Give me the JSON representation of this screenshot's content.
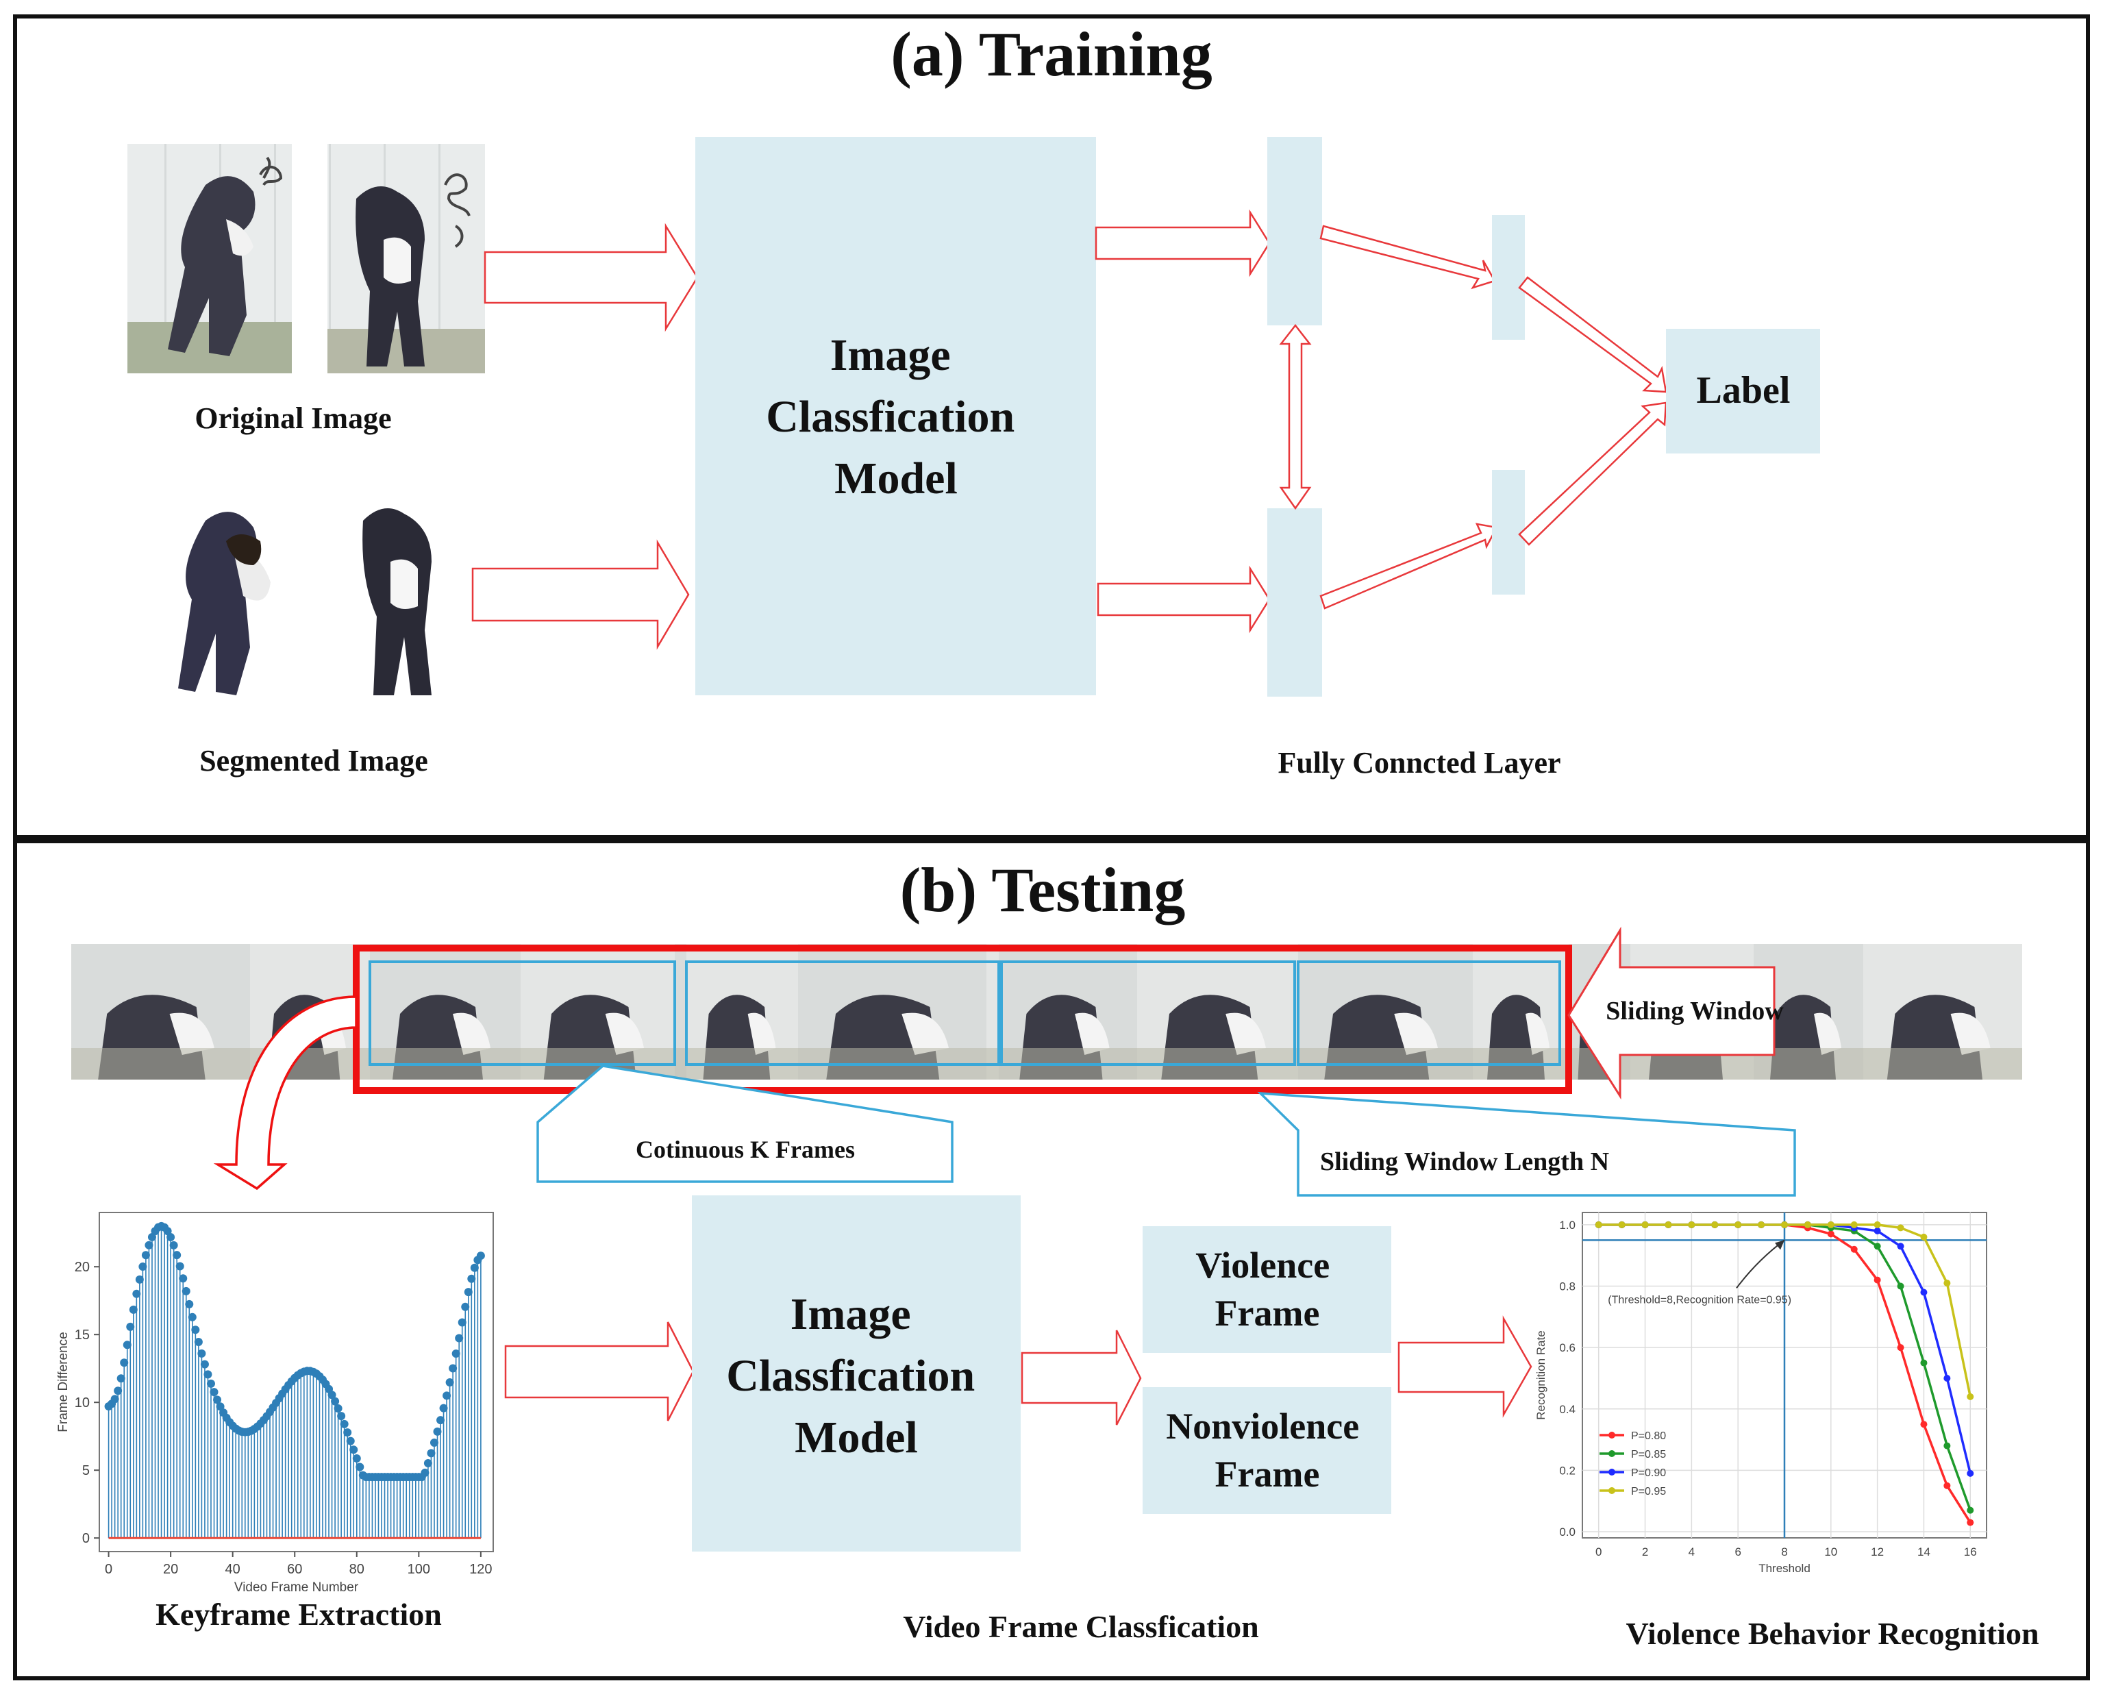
{
  "training": {
    "title": "(a) Training",
    "original_image_label": "Original Image",
    "segmented_image_label": "Segmented Image",
    "model_lines": [
      "Image",
      "Classfication",
      "Model"
    ],
    "fc_label": "Fully Conncted Layer",
    "label_box": "Label"
  },
  "testing": {
    "title": "(b) Testing",
    "sliding_window_label": "Sliding Window",
    "continuous_frames_label": "Cotinuous K Frames",
    "window_length_label": "Sliding Window Length N",
    "model_lines": [
      "Image",
      "Classfication",
      "Model"
    ],
    "violence_lines": [
      "Violence",
      "Frame"
    ],
    "nonviolence_lines": [
      "Nonviolence",
      "Frame"
    ],
    "keyframe_caption": "Keyframe Extraction",
    "classification_caption": "Video Frame Classfication",
    "recognition_caption": "Violence Behavior Recognition"
  },
  "colors": {
    "box_fill": "#daecf2",
    "arrow_red": "#e8383b",
    "window_red": "#ee1111",
    "frame_blue": "#3aa8d8",
    "stem_blue": "#2e7fb8"
  },
  "keyframe_plot": {
    "ylabel": "Frame Difference",
    "xlabel": "Video Frame Number",
    "xticks": [
      0,
      20,
      40,
      60,
      80,
      100,
      120
    ],
    "yticks": [
      0,
      5,
      10,
      15,
      20
    ],
    "xlim": [
      -3,
      124
    ],
    "ylim": [
      -1,
      24
    ]
  },
  "chart_data": {
    "type": "line",
    "title": "",
    "xlabel": "Threshold",
    "ylabel": "Recognition Rate",
    "x": [
      0,
      1,
      2,
      3,
      4,
      5,
      6,
      7,
      8,
      9,
      10,
      11,
      12,
      13,
      14,
      15,
      16
    ],
    "xticks": [
      0,
      2,
      4,
      6,
      8,
      10,
      12,
      14,
      16
    ],
    "yticks": [
      0.0,
      0.2,
      0.4,
      0.6,
      0.8,
      1.0
    ],
    "xlim": [
      -0.7,
      16.7
    ],
    "ylim": [
      -0.02,
      1.04
    ],
    "grid": true,
    "legend": "bottom-left",
    "series": [
      {
        "name": "P=0.80",
        "color": "#ff2a2a",
        "values": [
          1,
          1,
          1,
          1,
          1,
          1,
          1,
          1,
          1,
          0.99,
          0.97,
          0.92,
          0.82,
          0.6,
          0.35,
          0.15,
          0.03
        ]
      },
      {
        "name": "P=0.85",
        "color": "#1f9a2c",
        "values": [
          1,
          1,
          1,
          1,
          1,
          1,
          1,
          1,
          1,
          1,
          0.99,
          0.98,
          0.93,
          0.8,
          0.55,
          0.28,
          0.07
        ]
      },
      {
        "name": "P=0.90",
        "color": "#1f2cff",
        "values": [
          1,
          1,
          1,
          1,
          1,
          1,
          1,
          1,
          1,
          1,
          1,
          0.99,
          0.98,
          0.93,
          0.78,
          0.5,
          0.19
        ]
      },
      {
        "name": "P=0.95",
        "color": "#c8c21a",
        "values": [
          1,
          1,
          1,
          1,
          1,
          1,
          1,
          1,
          1,
          1,
          1,
          1,
          1,
          0.99,
          0.96,
          0.81,
          0.44
        ]
      }
    ],
    "reference_lines": {
      "vertical_x": 8,
      "horizontal_y": 0.95
    },
    "annotation": "(Threshold=8,Recognition Rate=0.95)"
  }
}
